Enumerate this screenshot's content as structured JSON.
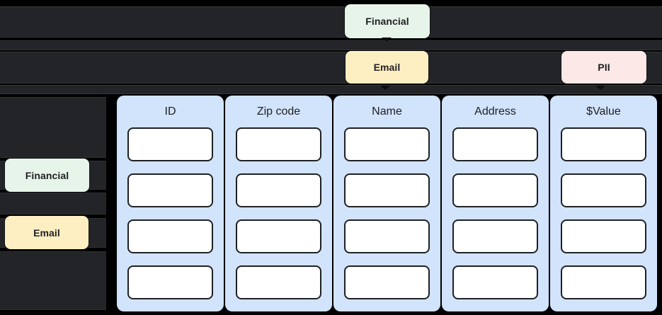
{
  "tags": {
    "top_financial": "Financial",
    "top_email": "Email",
    "top_pii": "PII",
    "left_financial": "Financial",
    "left_email": "Email"
  },
  "table": {
    "columns": [
      {
        "header": "ID"
      },
      {
        "header": "Zip code"
      },
      {
        "header": "Name"
      },
      {
        "header": "Address"
      },
      {
        "header": "$Value"
      }
    ],
    "rows_per_column": 4
  },
  "colors": {
    "background": "#000000",
    "lane": "#232428",
    "tag_financial": "#e6f4ea",
    "tag_email": "#feefc3",
    "tag_pii": "#fce8e6",
    "tag_text": "#202124",
    "column_panel": "#d2e3fc",
    "column_header_text": "#202124",
    "cell_fill": "#ffffff",
    "cell_border": "#1f2125"
  }
}
